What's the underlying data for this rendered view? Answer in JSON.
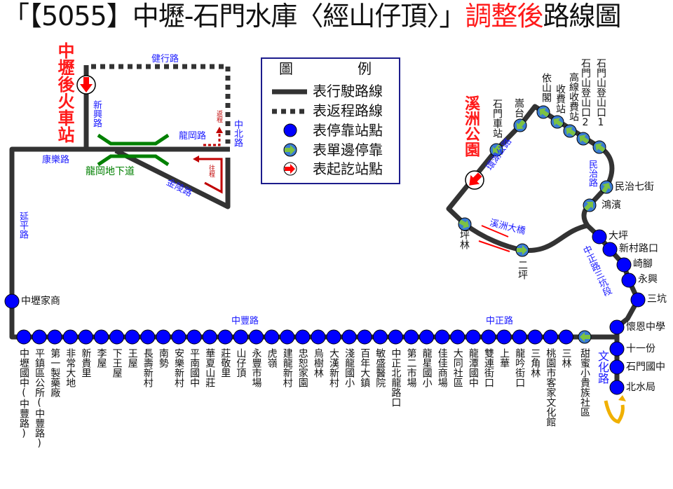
{
  "title": {
    "part1": "「【5055】中壢-石門水庫〈經山仔頂〉」",
    "part2": "調整後",
    "part3": "路線圖"
  },
  "legend": {
    "heading_left": "圖",
    "heading_right": "例",
    "items": [
      "表行駛路線",
      "表返程路線",
      "表停靠站點",
      "表單邊停靠",
      "表起訖站點"
    ]
  },
  "terminals": {
    "start": "中壢後火車站",
    "end": "溪洲公園"
  },
  "roads": {
    "jianxing": "健行路",
    "xinxing": "新興路",
    "kangle": "康樂路",
    "longgang": "龍岡路",
    "zhongbei": "中北路",
    "jinling": "金陵路",
    "yanping": "延平路",
    "tunnel": "龍岡地下道",
    "return_tag": "返程",
    "outbound_tag": "往程",
    "zhongfeng": "中豐路",
    "zhongzheng": "中正路",
    "wenhua": "文化路",
    "zhongzheng_sankeng": "中正路三坑段",
    "minzhi": "民治路",
    "huanhu": "環湖公路",
    "xizhou_bridge": "溪洲大橋"
  },
  "stops": {
    "yanping": [
      "中壢家商"
    ],
    "bottom": [
      "中壢國中(中豐路)",
      "平鎮區公所(中豐路)",
      "第一製藥廠",
      "非常大地",
      "新貴里",
      "李屋",
      "下王屋",
      "王屋",
      "長壽新村",
      "南勢",
      "安樂新村",
      "平南國中",
      "華夏山莊",
      "莊敬里",
      "山仔頂",
      "永豐市場",
      "虎嶺",
      "建龍新村",
      "忠恕家園",
      "烏樹林",
      "大漢新村",
      "淺龍國小",
      "百年大鎮",
      "敏盛醫院",
      "中正北龍路口",
      "第二市場",
      "龍星國小",
      "佳佳商場",
      "大同社區",
      "龍潭國中",
      "雙連街口",
      "上華",
      "龍吟街口",
      "三角林",
      "桃園市客家文化館",
      "三林"
    ],
    "bottom_oneside": [
      "甜蜜小貴族社區"
    ],
    "wenhua": [
      "懷恩中學",
      "十一份",
      "石門國中",
      "北水局"
    ],
    "sankeng": [
      "大坪",
      "新村路口",
      "崎腳",
      "永興",
      "三坑"
    ],
    "loop_oneside": [
      "鴻濱",
      "民治七街",
      "石門山登山口1",
      "石門山登山口2",
      "高線收費站",
      "收費站",
      "依山閣",
      "嵩台",
      "石門車站",
      "坪林",
      "二坪"
    ]
  },
  "colors": {
    "route": "#333333",
    "stop": "#0000ff",
    "oneside_arrow": "#7cc242",
    "terminal": "#ff0000",
    "road_label": "#1a1aff",
    "tunnel": "#008000",
    "direction": "#c00000",
    "uturn": "#f0b000"
  }
}
